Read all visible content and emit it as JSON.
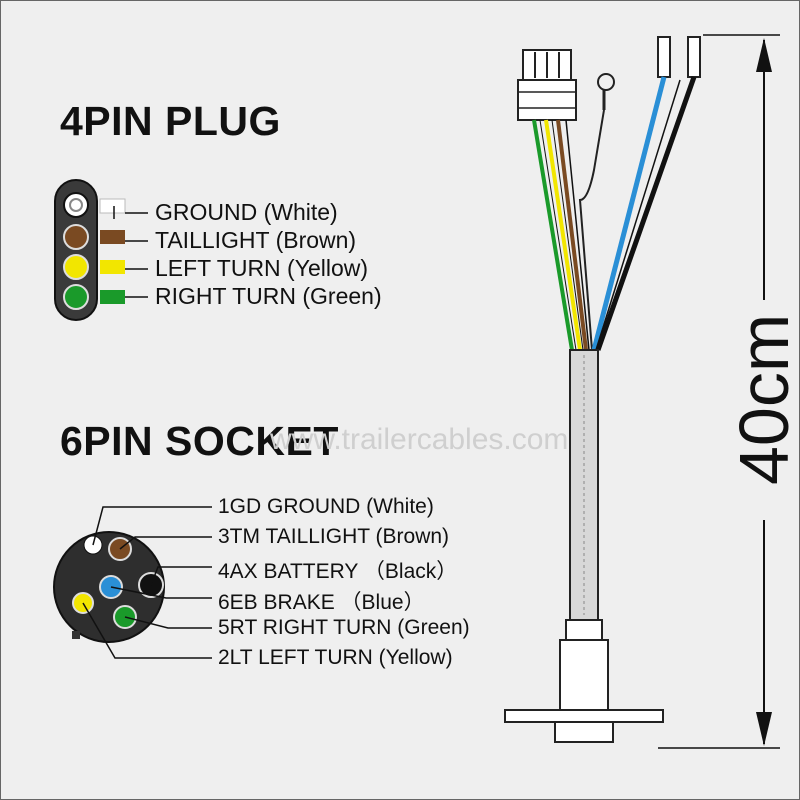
{
  "titles": {
    "plug": "4PIN PLUG",
    "socket": "6PIN SOCKET"
  },
  "plug_pins": [
    {
      "label": "GROUND (White)",
      "color": "#ffffff"
    },
    {
      "label": "TAILLIGHT (Brown)",
      "color": "#7a4a22"
    },
    {
      "label": "LEFT  TURN (Yellow)",
      "color": "#f2e600"
    },
    {
      "label": "RIGHT  TURN (Green)",
      "color": "#1a9a2a"
    }
  ],
  "socket_pins": [
    {
      "label": "1GD GROUND (White)",
      "color": "#ffffff"
    },
    {
      "label": "3TM TAILLIGHT (Brown)",
      "color": "#7a4a22"
    },
    {
      "label": "4AX BATTERY （Black）",
      "color": "#111111"
    },
    {
      "label": "6EB BRAKE （Blue）",
      "color": "#2a8fd6"
    },
    {
      "label": "5RT RIGHT  TURN (Green)",
      "color": "#1a9a2a"
    },
    {
      "label": "2LT LEFT  TURN (Yellow)",
      "color": "#f2e600"
    }
  ],
  "watermark": "www.trailercables.com",
  "dimension": "40cm"
}
